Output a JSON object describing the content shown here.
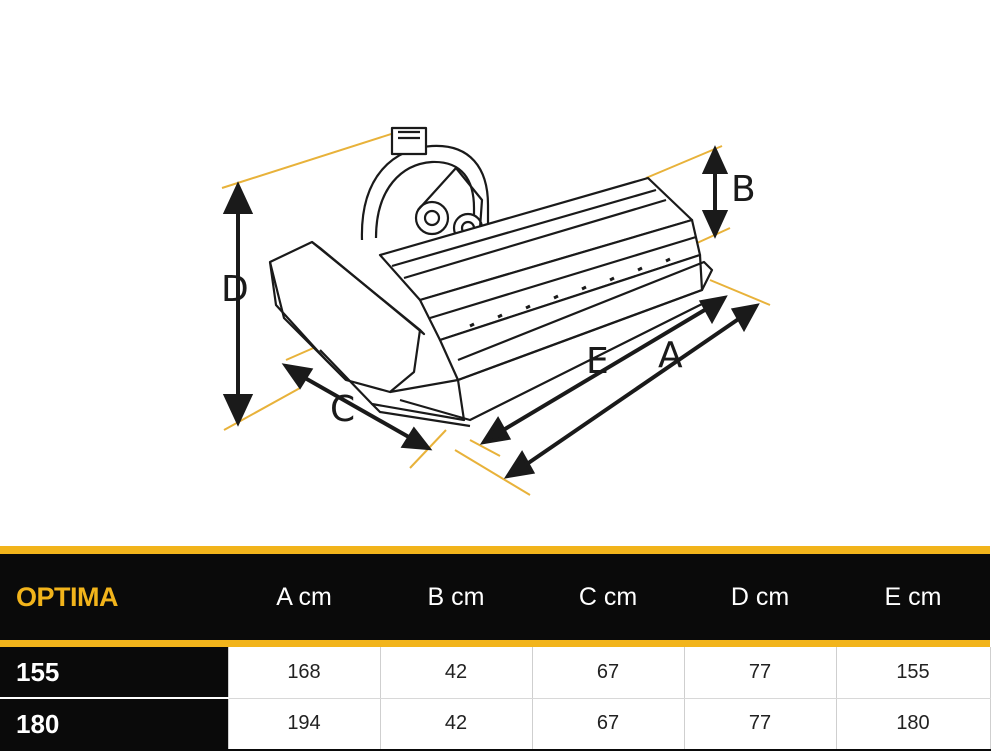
{
  "diagram": {
    "labels": {
      "a": "A",
      "b": "B",
      "c": "C",
      "d": "D",
      "e": "E"
    },
    "colors": {
      "guide": "#e8b23a",
      "ink": "#1a1a1a"
    }
  },
  "table": {
    "brand": "OPTIMA",
    "columns": [
      "A cm",
      "B cm",
      "C cm",
      "D cm",
      "E cm"
    ],
    "rows": [
      {
        "model": "155",
        "values": [
          "168",
          "42",
          "67",
          "77",
          "155"
        ]
      },
      {
        "model": "180",
        "values": [
          "194",
          "42",
          "67",
          "77",
          "180"
        ]
      }
    ],
    "colors": {
      "header_bg": "#0a0a0a",
      "accent": "#f2b41b"
    }
  }
}
